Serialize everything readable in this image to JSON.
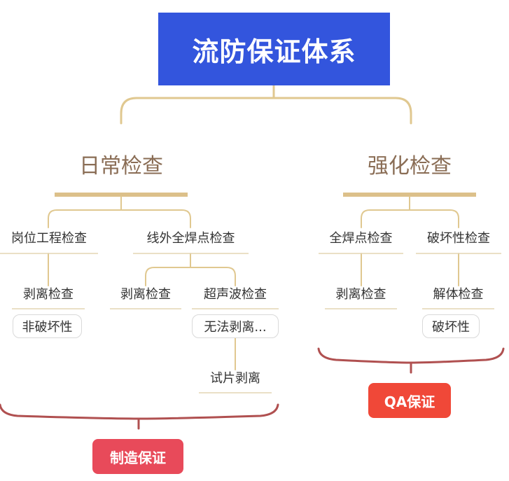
{
  "root": {
    "title": "流防保证体系"
  },
  "daily": {
    "title": "日常检查",
    "post": {
      "title": "岗位工程检查",
      "strip": "剥离检查",
      "tag": "非破坏性"
    },
    "offline": {
      "title": "线外全焊点检查",
      "strip": "剥离检查",
      "ultra": {
        "title": "超声波检查",
        "tag": "无法剥离...",
        "child": "试片剥离"
      }
    },
    "badge": "制造保证"
  },
  "strong": {
    "title": "强化检查",
    "weld": {
      "title": "全焊点检查",
      "strip": "剥离检查"
    },
    "destructive": {
      "title": "破坏性检查",
      "disassembly": "解体检查",
      "tag": "破坏性"
    },
    "badge": "QA保证"
  },
  "colors": {
    "root_bg": "#3355dd",
    "connector": "#e0c890",
    "brace": "#b05050",
    "badge_bg": "#e84a5a",
    "badge_qa_bg": "#f04838",
    "level1_text": "#8a6d55"
  }
}
